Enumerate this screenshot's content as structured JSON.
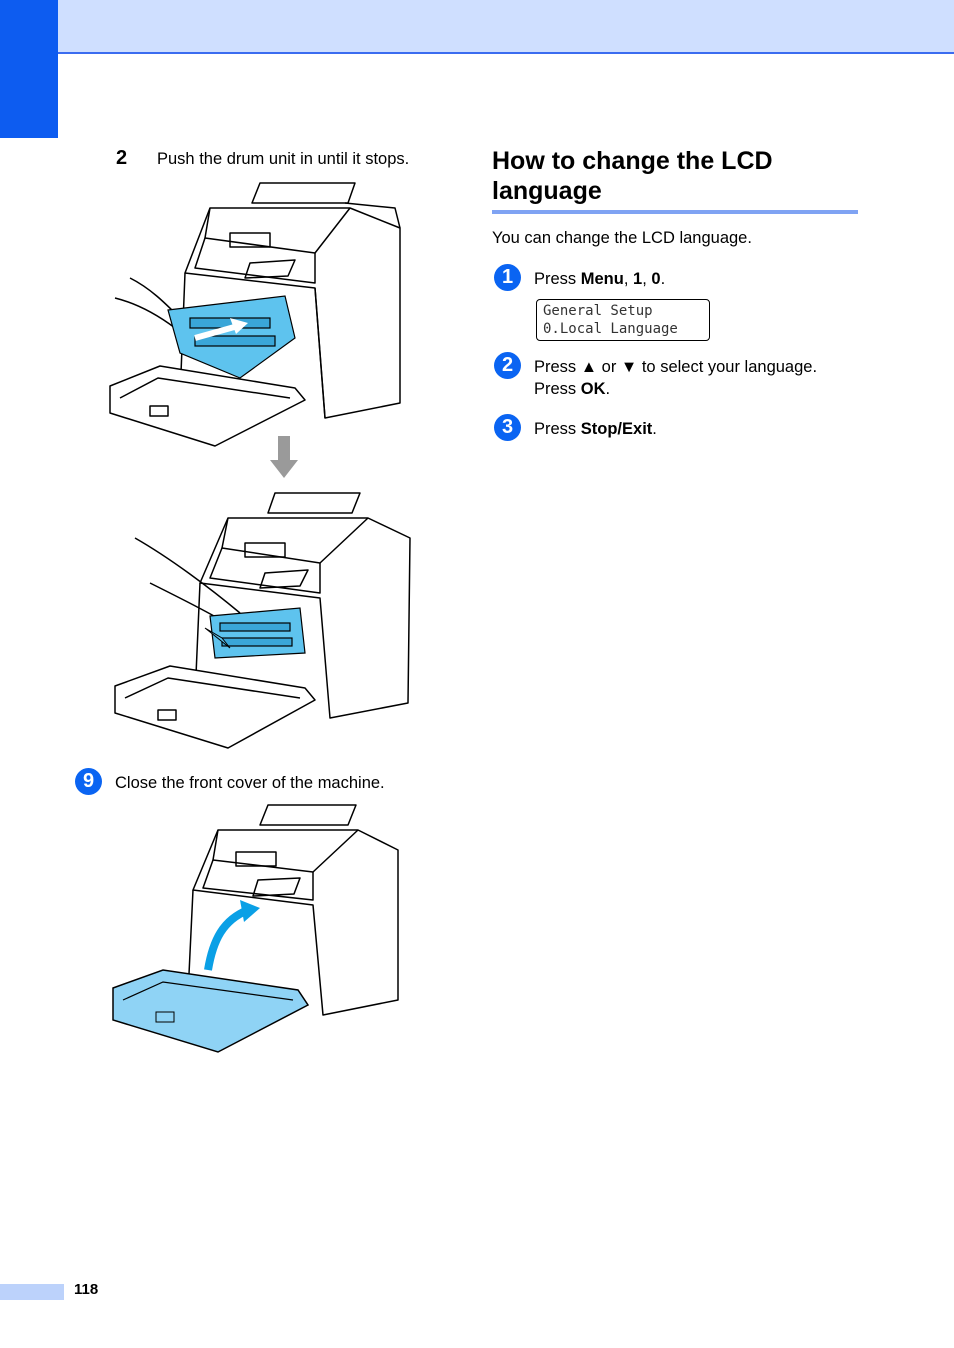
{
  "left": {
    "step_2_num": "2",
    "step_2_text": "Push the drum unit in until it stops.",
    "step_9_num": "9",
    "step_9_text": "Close the front cover of the machine."
  },
  "right": {
    "heading": "How to change the LCD language",
    "intro": "You can change the LCD language.",
    "steps": [
      {
        "num": "1",
        "pre": "Press ",
        "b1": "Menu",
        "sep1": ", ",
        "b2": "1",
        "sep2": ", ",
        "b3": "0",
        "post": "."
      },
      {
        "num": "2",
        "line1": "Press ▲ or ▼ to select your language.",
        "pre": "Press ",
        "bold": "OK",
        "post": "."
      },
      {
        "num": "3",
        "pre": "Press ",
        "bold": "Stop/Exit",
        "post": "."
      }
    ],
    "lcd": {
      "line1": "General Setup",
      "line2": "0.Local Language"
    }
  },
  "footer": {
    "page_number": "118"
  },
  "colors": {
    "accent": "#0d5cf0",
    "header": "#cfdfff",
    "cyan": "#5ec3ee"
  }
}
